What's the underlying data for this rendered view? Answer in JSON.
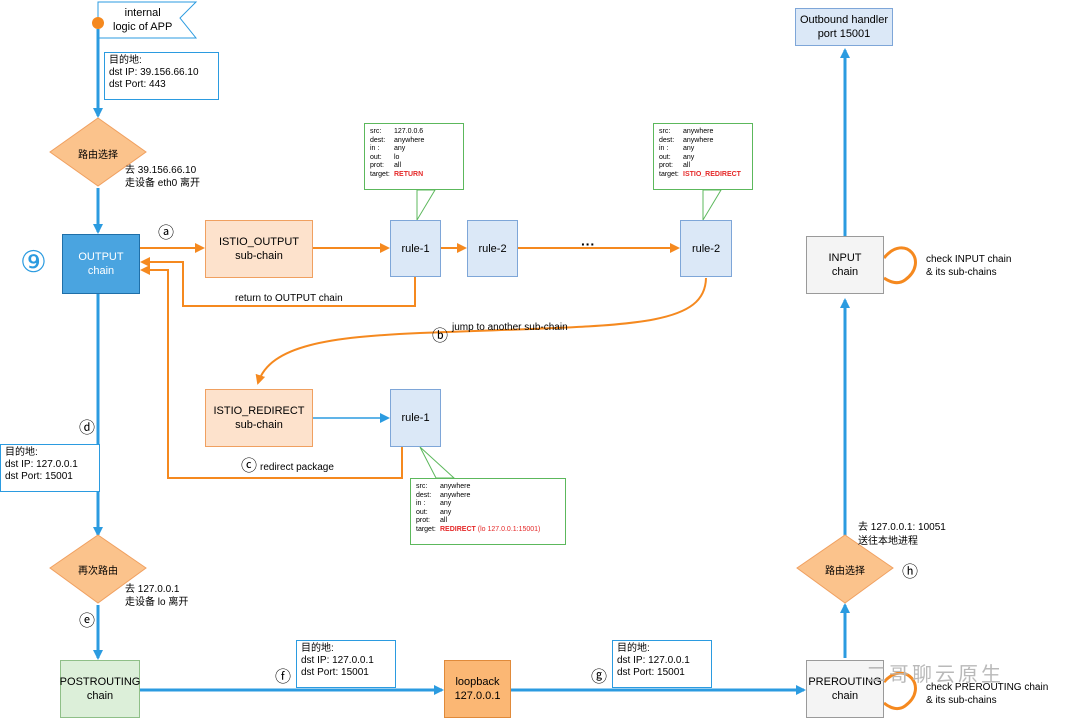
{
  "app": {
    "label": "internal\nlogic of APP",
    "line1": "internal",
    "line2": "logic of APP"
  },
  "notes": {
    "dest1": {
      "title": "目的地:",
      "ip": "dst IP: 39.156.66.10",
      "port": "dst Port: 443"
    },
    "dest2": {
      "title": "目的地:",
      "ip": "dst IP: 127.0.0.1",
      "port": "dst Port: 15001"
    },
    "dest3": {
      "title": "目的地:",
      "ip": "dst IP: 127.0.0.1",
      "port": "dst Port: 15001"
    },
    "dest4": {
      "title": "目的地:",
      "ip": "dst IP: 127.0.0.1",
      "port": "dst Port: 15001"
    }
  },
  "diamonds": {
    "route1": {
      "label": "路由选择",
      "desc1": "去 39.156.66.10",
      "desc2": "走设备 eth0 离开"
    },
    "route2": {
      "label": "再次路由",
      "desc1": "去 127.0.0.1",
      "desc2": "走设备 lo 离开"
    },
    "route3": {
      "label": "路由选择",
      "desc1": "去 127.0.0.1: 10051",
      "desc2": "送往本地进程"
    }
  },
  "boxes": {
    "output": {
      "l1": "OUTPUT",
      "l2": "chain"
    },
    "istio_output": {
      "l1": "ISTIO_OUTPUT",
      "l2": "sub-chain"
    },
    "rule1_top": "rule-1",
    "rule2_mid": "rule-2",
    "rule2_right": "rule-2",
    "ellipsis": "···",
    "istio_redirect": {
      "l1": "ISTIO_REDIRECT",
      "l2": "sub-chain"
    },
    "rule1_bottom": "rule-1",
    "postrouting": {
      "l1": "POSTROUTING",
      "l2": "chain"
    },
    "loopback": {
      "l1": "loopback",
      "l2": "127.0.0.1"
    },
    "prerouting": {
      "l1": "PREROUTING",
      "l2": "chain"
    },
    "input": {
      "l1": "INPUT",
      "l2": "chain"
    },
    "outbound": {
      "l1": "Outbound handler",
      "l2": "port 15001"
    }
  },
  "edge_labels": {
    "return": "return to OUTPUT chain",
    "jump": "jump to another sub-chain",
    "redirect": "redirect package",
    "check_input_1": "check INPUT chain",
    "check_input_2": "& its sub-chains",
    "check_pre_1": "check PREROUTING chain",
    "check_pre_2": "& its sub-chains"
  },
  "markers": {
    "a": "ⓐ",
    "b": "ⓑ",
    "c": "ⓒ",
    "d": "ⓓ",
    "e": "ⓔ",
    "f": "ⓕ",
    "g": "ⓖ",
    "h": "ⓗ",
    "nine": "⑨"
  },
  "rule_cards": {
    "card1": {
      "rows": [
        [
          "src:",
          "127.0.0.6"
        ],
        [
          "dest:",
          "anywhere"
        ],
        [
          "in :",
          "any"
        ],
        [
          "out:",
          "lo"
        ],
        [
          "prot:",
          "all"
        ]
      ],
      "target_key": "target:",
      "target_val": "RETURN"
    },
    "card2": {
      "rows": [
        [
          "src:",
          "anywhere"
        ],
        [
          "dest:",
          "anywhere"
        ],
        [
          "in :",
          "any"
        ],
        [
          "out:",
          "any"
        ],
        [
          "prot:",
          "all"
        ]
      ],
      "target_key": "target:",
      "target_val": "ISTIO_REDIRECT"
    },
    "card3": {
      "rows": [
        [
          "src:",
          "anywhere"
        ],
        [
          "dest:",
          "anywhere"
        ],
        [
          "in :",
          "any"
        ],
        [
          "out:",
          "any"
        ],
        [
          "prot:",
          "all"
        ]
      ],
      "target_key": "target:",
      "target_val": "REDIRECT",
      "target_extra": "(lo 127.0.0.1:15001)"
    }
  },
  "watermark": "二哥聊云原生",
  "colors": {
    "blue_arrow": "#2b9be0",
    "orange_arrow": "#f5891f",
    "output_fill": "#4aa4e0",
    "diamond_fill": "#fbc38c",
    "red_target": "#e52828"
  }
}
